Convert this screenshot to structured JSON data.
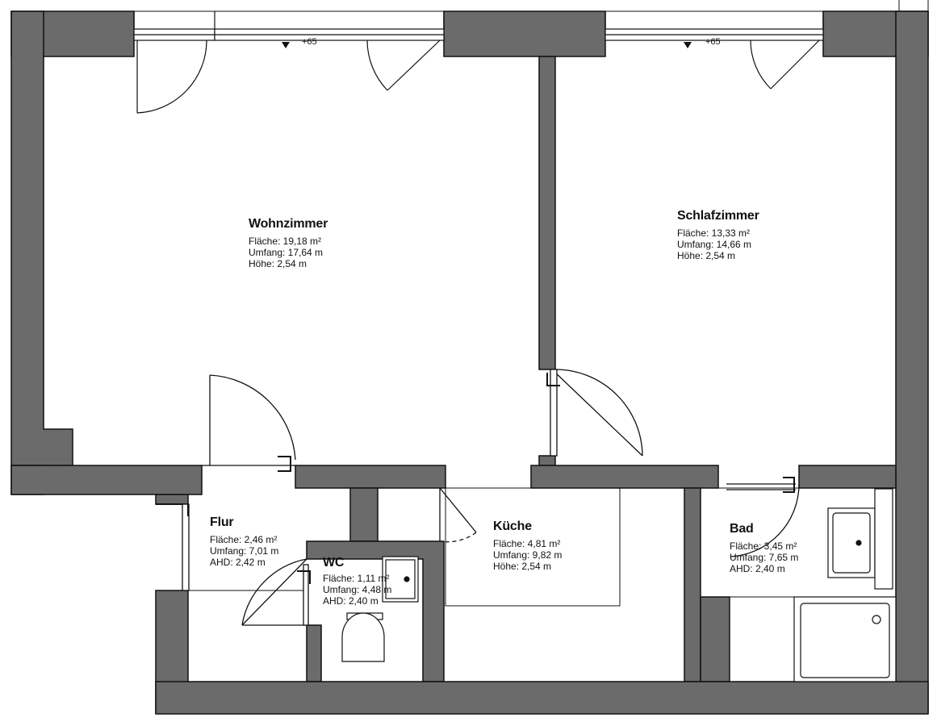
{
  "colors": {
    "wall": "#6b6b6b",
    "line": "#111111",
    "background": "#ffffff"
  },
  "rooms": {
    "wohnzimmer": {
      "name": "Wohnzimmer",
      "flaeche": "Fläche: 19,18 m²",
      "umfang": "Umfang: 17,64 m",
      "hoehe": "Höhe: 2,54 m"
    },
    "schlafzimmer": {
      "name": "Schlafzimmer",
      "flaeche": "Fläche: 13,33 m²",
      "umfang": "Umfang: 14,66 m",
      "hoehe": "Höhe: 2,54 m"
    },
    "flur": {
      "name": "Flur",
      "flaeche": "Fläche: 2,46 m²",
      "umfang": "Umfang: 7,01 m",
      "ahd": "AHD: 2,42 m"
    },
    "wc": {
      "name": "WC",
      "flaeche": "Fläche: 1,11 m²",
      "umfang": "Umfang: 4,48 m",
      "ahd": "AHD: 2,40 m"
    },
    "kueche": {
      "name": "Küche",
      "flaeche": "Fläche: 4,81 m²",
      "umfang": "Umfang: 9,82 m",
      "hoehe": "Höhe: 2,54 m"
    },
    "bad": {
      "name": "Bad",
      "flaeche": "Fläche: 3,45 m²",
      "umfang": "Umfang: 7,65 m",
      "ahd": "AHD: 2,40 m"
    }
  },
  "windows": {
    "wohnzimmer_sill": "+65",
    "schlafzimmer_sill": "+65"
  }
}
